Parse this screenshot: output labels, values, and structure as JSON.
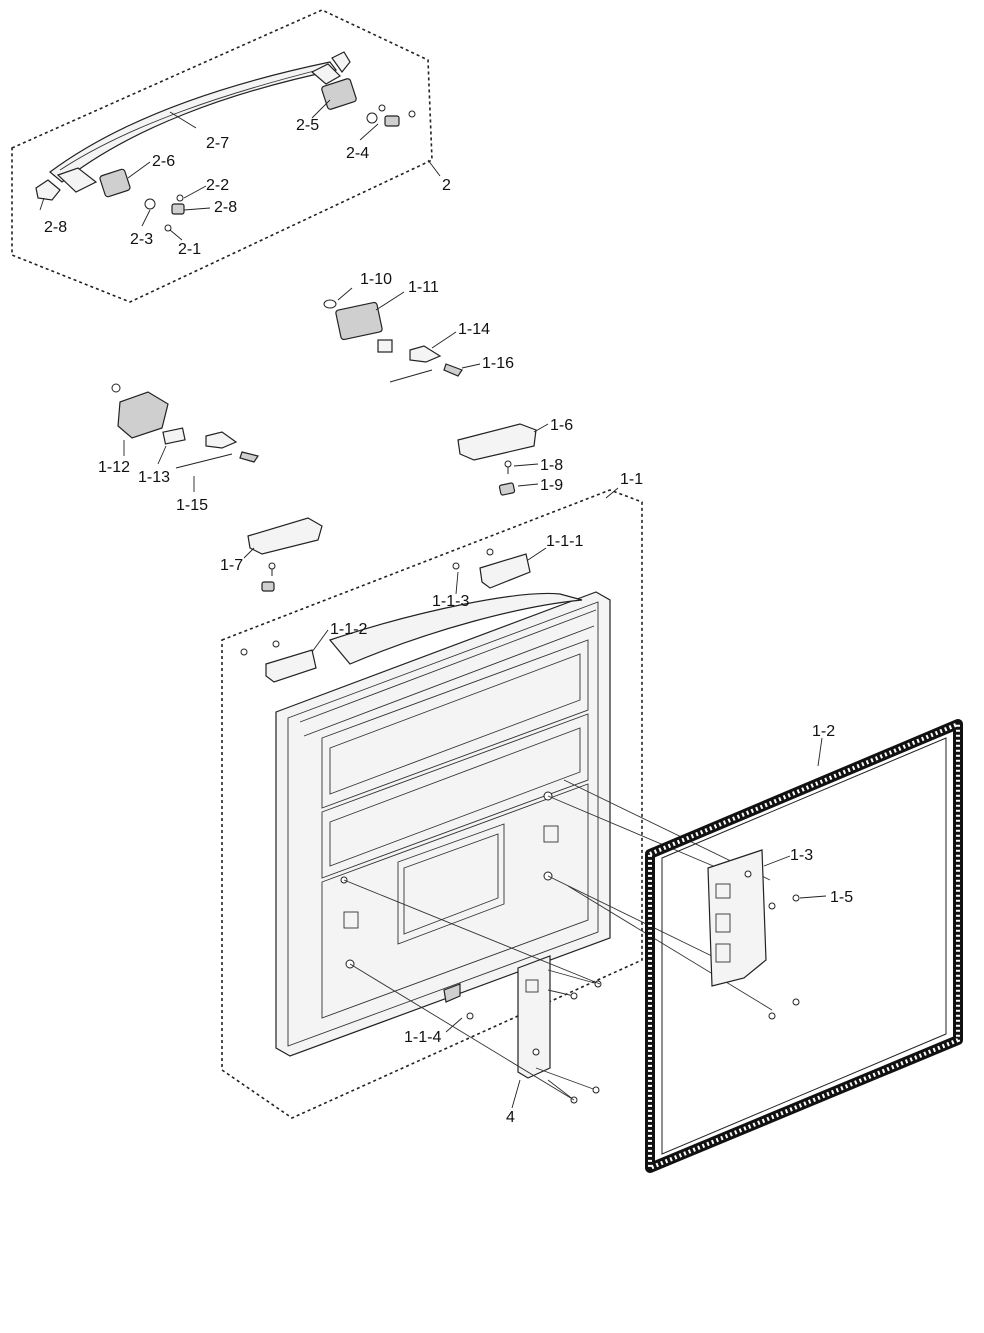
{
  "labels": {
    "l2": "2",
    "l2_1": "2-1",
    "l2_2": "2-2",
    "l2_3": "2-3",
    "l2_4": "2-4",
    "l2_5": "2-5",
    "l2_6": "2-6",
    "l2_7": "2-7",
    "l2_8a": "2-8",
    "l2_8b": "2-8",
    "l1_1": "1-1",
    "l1_1_1": "1-1-1",
    "l1_1_2": "1-1-2",
    "l1_1_3": "1-1-3",
    "l1_1_4": "1-1-4",
    "l1_2": "1-2",
    "l1_3": "1-3",
    "l1_5": "1-5",
    "l1_6": "1-6",
    "l1_7": "1-7",
    "l1_8": "1-8",
    "l1_9": "1-9",
    "l1_10": "1-10",
    "l1_11": "1-11",
    "l1_12": "1-12",
    "l1_13": "1-13",
    "l1_14": "1-14",
    "l1_15": "1-15",
    "l1_16": "1-16",
    "l4": "4"
  }
}
